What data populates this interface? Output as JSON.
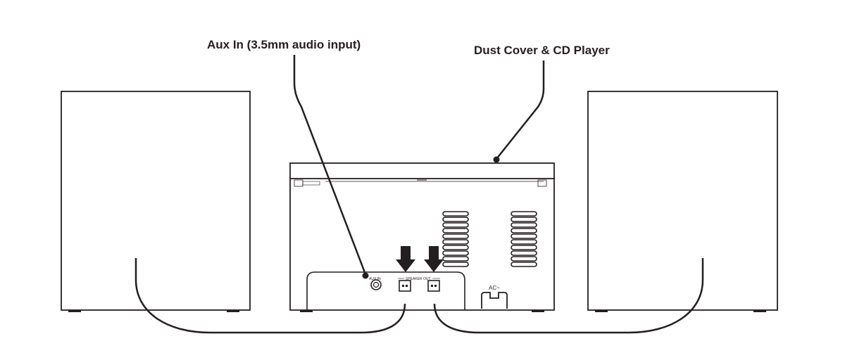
{
  "labels": {
    "aux_in": "Aux In (3.5mm audio input)",
    "dust_cover": "Dust Cover & CD Player"
  },
  "panel_labels": {
    "aux_in": "AUX IN",
    "speaker_out": "SPEAKER OUT",
    "ac": "AC~"
  },
  "colors": {
    "line": "#231f20",
    "background": "#ffffff"
  },
  "icons": {
    "arrow": "down-arrow-icon"
  }
}
